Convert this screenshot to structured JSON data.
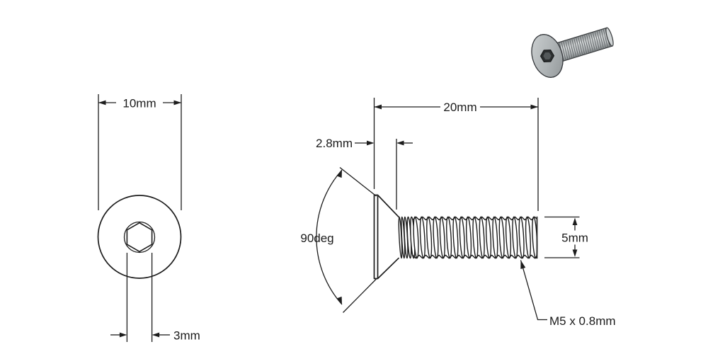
{
  "drawing": {
    "front_view": {
      "head_diameter_label": "10mm",
      "socket_size_label": "3mm"
    },
    "side_view": {
      "overall_length_label": "20mm",
      "head_height_label": "2.8mm",
      "countersink_angle_label": "90deg",
      "thread_diameter_label": "5mm",
      "thread_spec_label": "M5 x 0.8mm"
    },
    "colors": {
      "line": "#1d1d1d",
      "background": "#ffffff",
      "metal_light": "#c9cdce",
      "metal_mid": "#a9aeb0",
      "metal_dark": "#35383a",
      "socket_dark": "#2b2e2f"
    }
  }
}
